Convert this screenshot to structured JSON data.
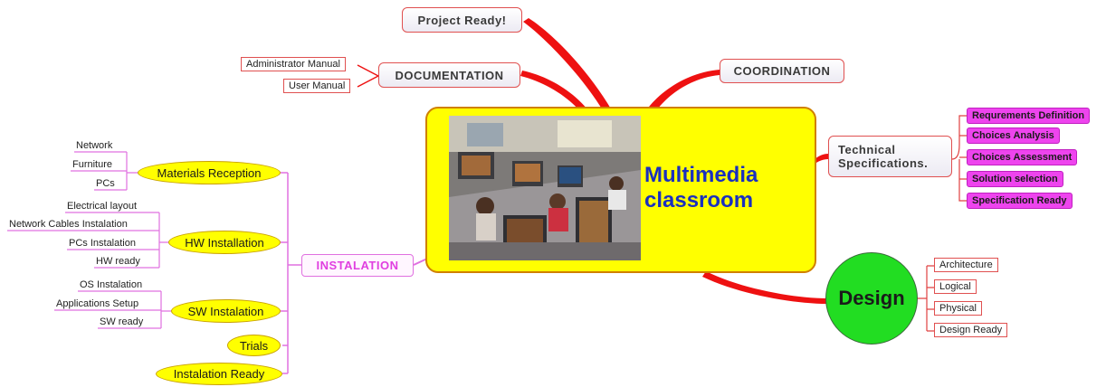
{
  "central": {
    "title_line1": "Multimedia",
    "title_line2": "classroom",
    "image": "classroom-photo"
  },
  "branches": {
    "project_ready": "Project Ready!",
    "documentation": {
      "label": "DOCUMENTATION",
      "children": [
        "Administrator Manual",
        "User Manual"
      ]
    },
    "coordination": "COORDINATION",
    "technical_specifications": {
      "label_line1": "Technical",
      "label_line2": "Specifications.",
      "children": [
        "Requrements Definition",
        "Choices Analysis",
        "Choices Assessment",
        "Solution selection",
        "Specification Ready"
      ]
    },
    "design": {
      "label": "Design",
      "children": [
        "Architecture",
        "Logical",
        "Physical",
        "Design Ready"
      ]
    },
    "instalation": {
      "label": "INSTALATION",
      "groups": [
        {
          "label": "Materials Reception",
          "children": [
            "Network",
            "Furniture",
            "PCs"
          ]
        },
        {
          "label": "HW Installation",
          "children": [
            "Electrical layout",
            "Network Cables Instalation",
            "PCs Instalation",
            "HW ready"
          ]
        },
        {
          "label": "SW Instalation",
          "children": [
            "OS Instalation",
            "Applications Setup",
            "SW ready"
          ]
        },
        {
          "label": "Trials",
          "children": []
        },
        {
          "label": "Instalation Ready",
          "children": []
        }
      ]
    }
  },
  "colors": {
    "central_fill": "#ffff00",
    "central_title": "#1a2fbf",
    "branch_red": "#ee1111",
    "design_fill": "#22dd22",
    "tech_leaf_fill": "#ee44ee",
    "instalation_line": "#e040e0"
  }
}
